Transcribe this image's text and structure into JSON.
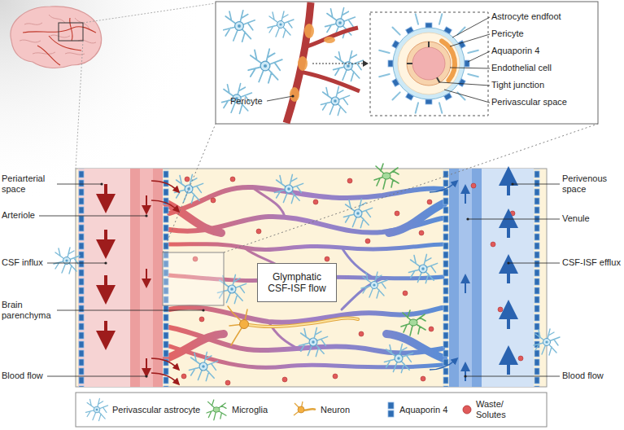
{
  "diagram": {
    "nodes": [
      {
        "text": [
          "Glymphatic CSF-ISF flow"
        ]
      }
    ],
    "labels": [
      "Pericyte",
      "Astrocyte endfoot",
      "Pericyte",
      "Aquaporin 4",
      "Endothelial cell",
      "Tight junction",
      "Perivascular space",
      "Periarterial space",
      "Arteriole",
      "CSF influx",
      "Brain parenchyma",
      "Blood flow",
      "Perivenous space",
      "Venule",
      "CSF-ISF efflux",
      "Blood flow"
    ],
    "legend": [
      {
        "text": "Perivascular astrocyte"
      },
      {
        "text": "Microglia"
      },
      {
        "text": "Neuron"
      },
      {
        "text": "Aquaporin 4"
      },
      {
        "text": "Waste/ Solutes"
      }
    ]
  }
}
